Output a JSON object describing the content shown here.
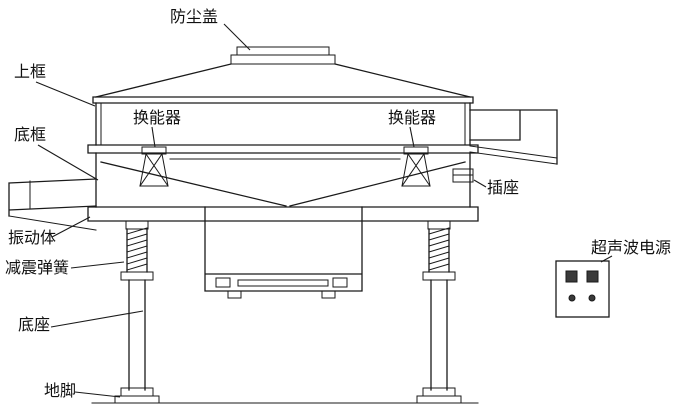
{
  "diagram": {
    "colors": {
      "line": "#1a1a1a",
      "background": "#ffffff",
      "text": "#111111"
    },
    "labels": {
      "dust_cover": "防尘盖",
      "upper_frame": "上框",
      "transducer_left": "换能器",
      "transducer_right": "换能器",
      "bottom_frame": "底框",
      "socket": "插座",
      "vibrating_body": "振动体",
      "damping_spring": "减震弹簧",
      "base": "底座",
      "foot": "地脚",
      "ultrasonic_power": "超声波电源"
    }
  }
}
